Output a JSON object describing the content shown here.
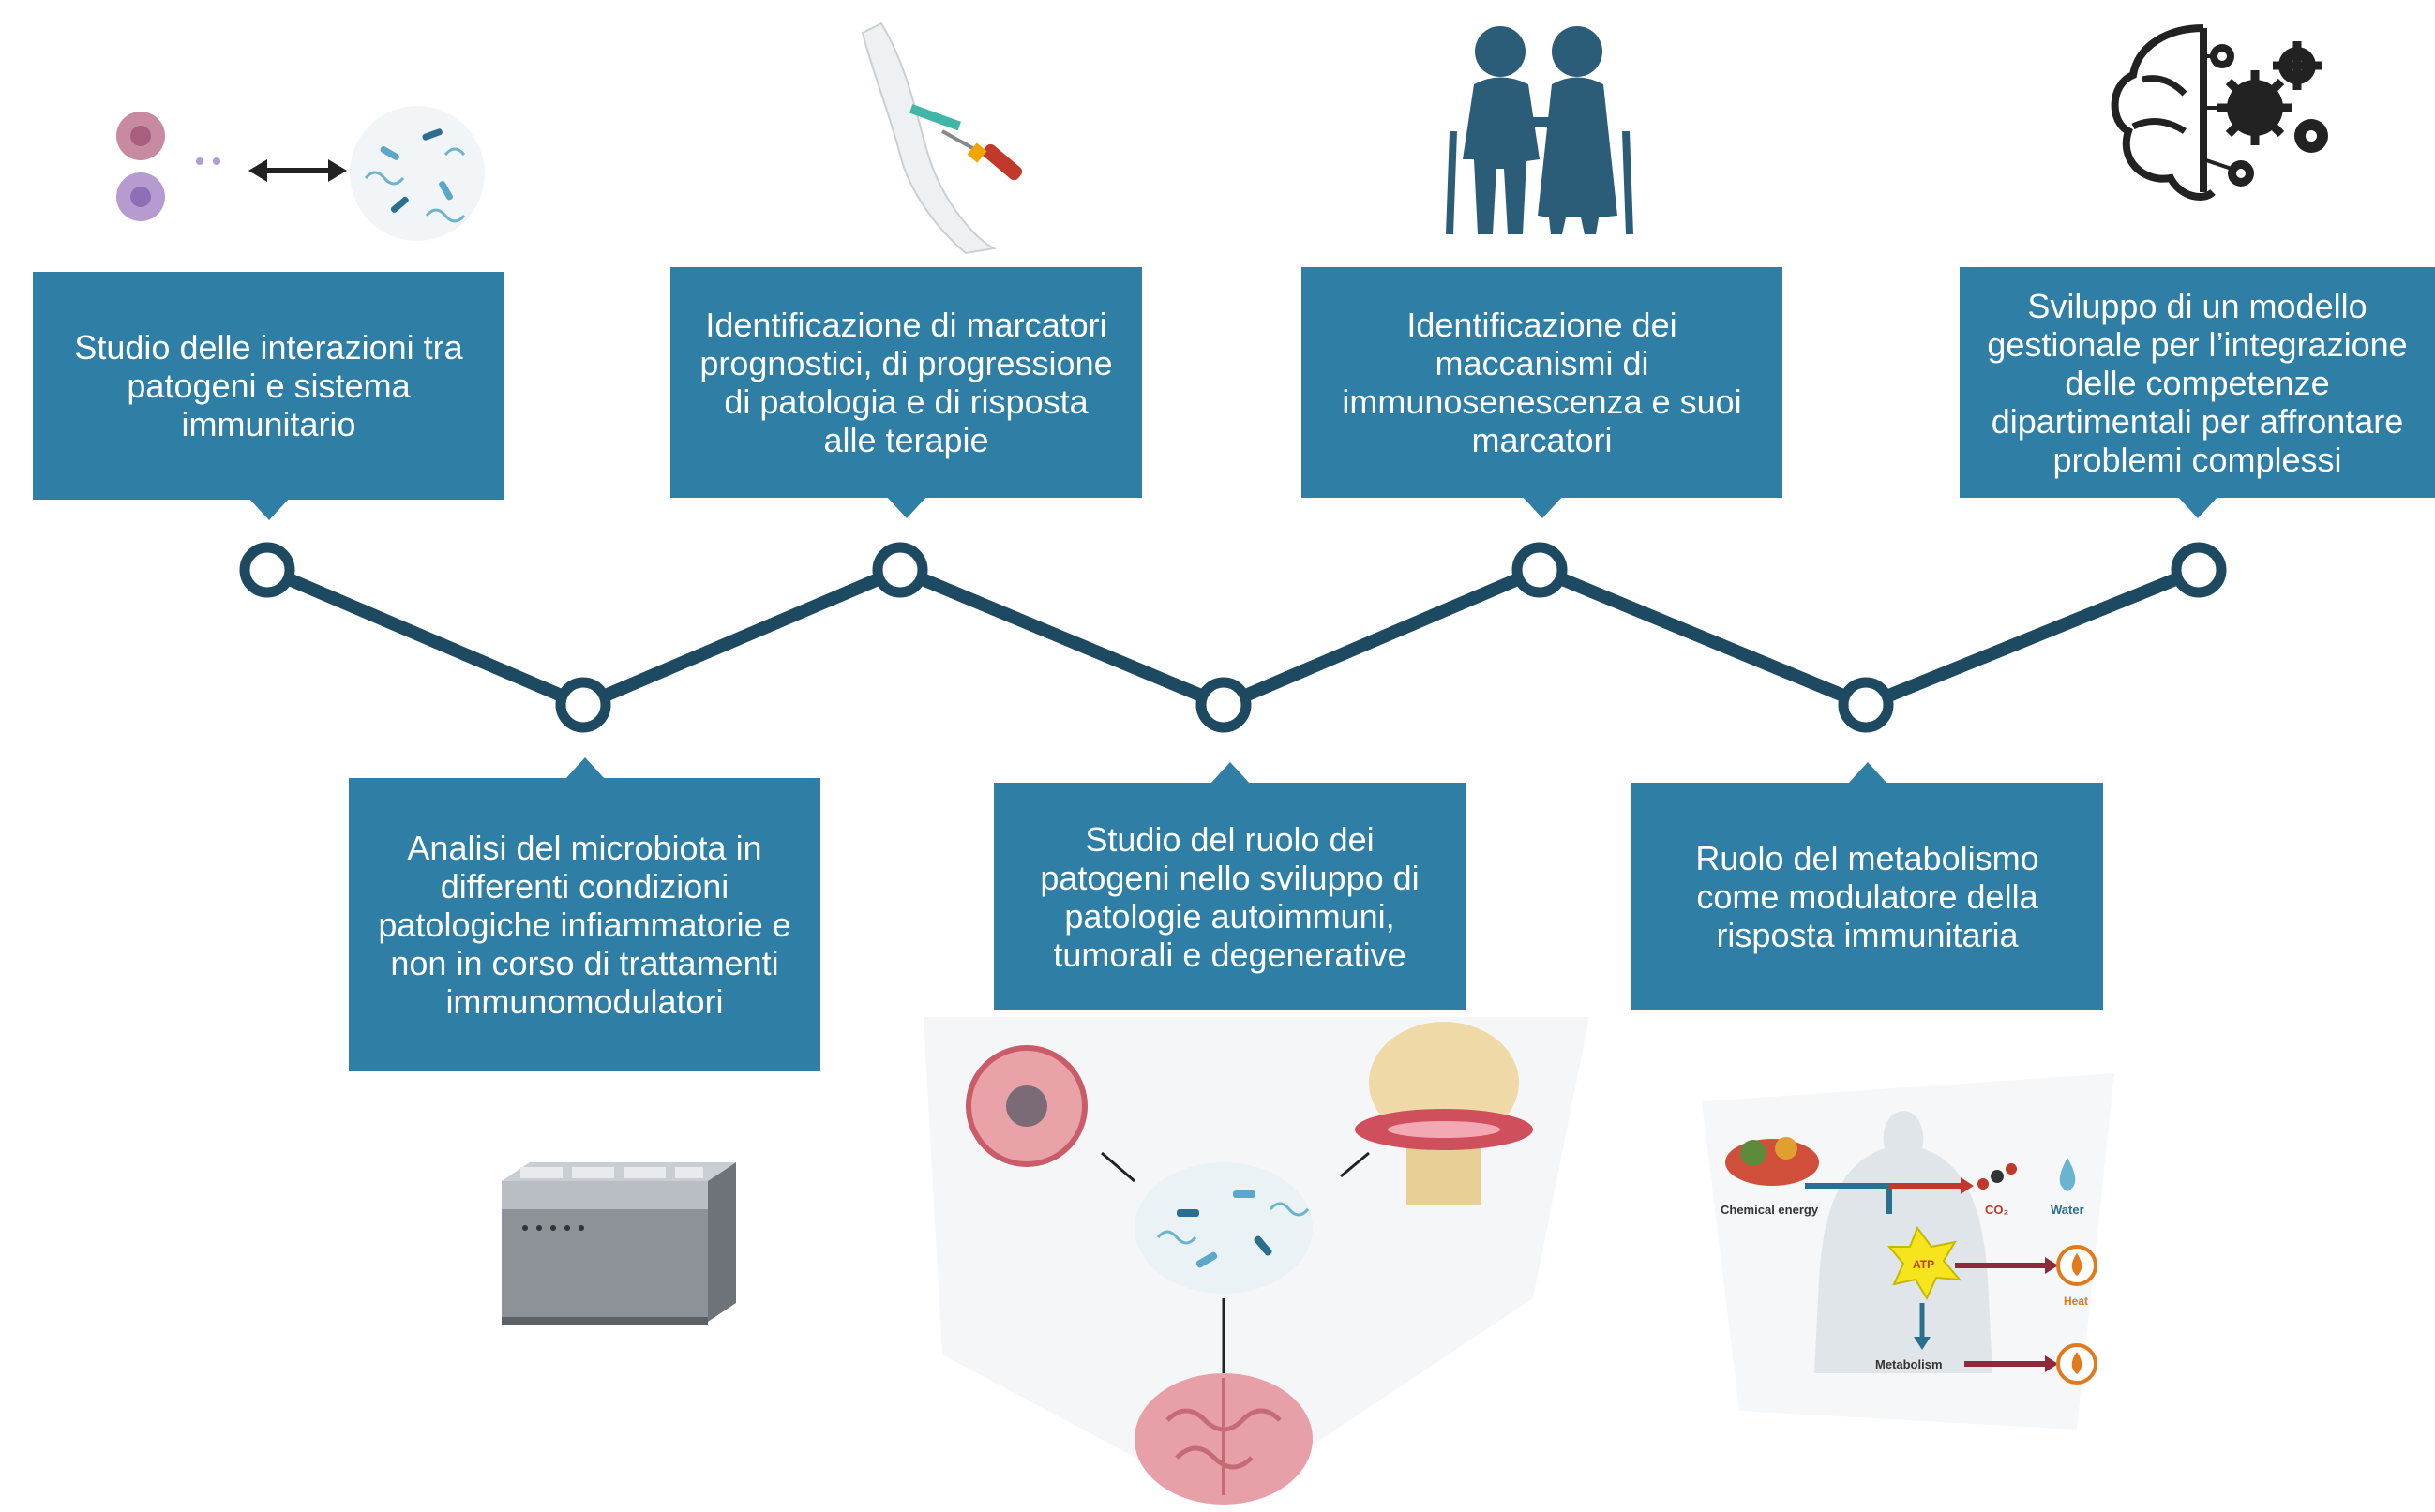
{
  "colors": {
    "box": "#2f7ea6",
    "line": "#1d4a60",
    "icon_dark": "#2b5d78",
    "node_fill": "#ffffff"
  },
  "steps": [
    {
      "position": "top",
      "text": "Studio delle interazioni tra patogeni e sistema immunitario",
      "icon": "immune-cells-bacteria-icon"
    },
    {
      "position": "bottom",
      "text": "Analisi del microbiota in differenti condizioni patologiche infiammatorie e non in corso di trattamenti immunomodulatori",
      "icon": "sequencer-machine-icon"
    },
    {
      "position": "top",
      "text": "Identificazione di marcatori prognostici, di progressione di patologia e di risposta alle terapie",
      "icon": "blood-draw-arm-icon"
    },
    {
      "position": "bottom",
      "text": "Studio del ruolo dei patogeni nello sviluppo di patologie autoimmuni, tumorali e degenerative",
      "icon": "pathogens-disease-diagram-icon"
    },
    {
      "position": "top",
      "text": "Identificazione dei maccanismi di immunosenescenza e suoi marcatori",
      "icon": "elderly-couple-icon"
    },
    {
      "position": "bottom",
      "text": "Ruolo del metabolismo come modulatore della risposta immunitaria",
      "icon": "metabolism-diagram-icon"
    },
    {
      "position": "top",
      "text": "Sviluppo di un modello gestionale per l’integrazione delle competenze dipartimentali per affrontare problemi complessi",
      "icon": "brain-gears-icon"
    }
  ],
  "metabolism_labels": {
    "chemical_energy": "Chemical energy",
    "co2": "CO₂",
    "water": "Water",
    "atp": "ATP",
    "heat": "Heat",
    "metabolism": "Metabolism"
  }
}
